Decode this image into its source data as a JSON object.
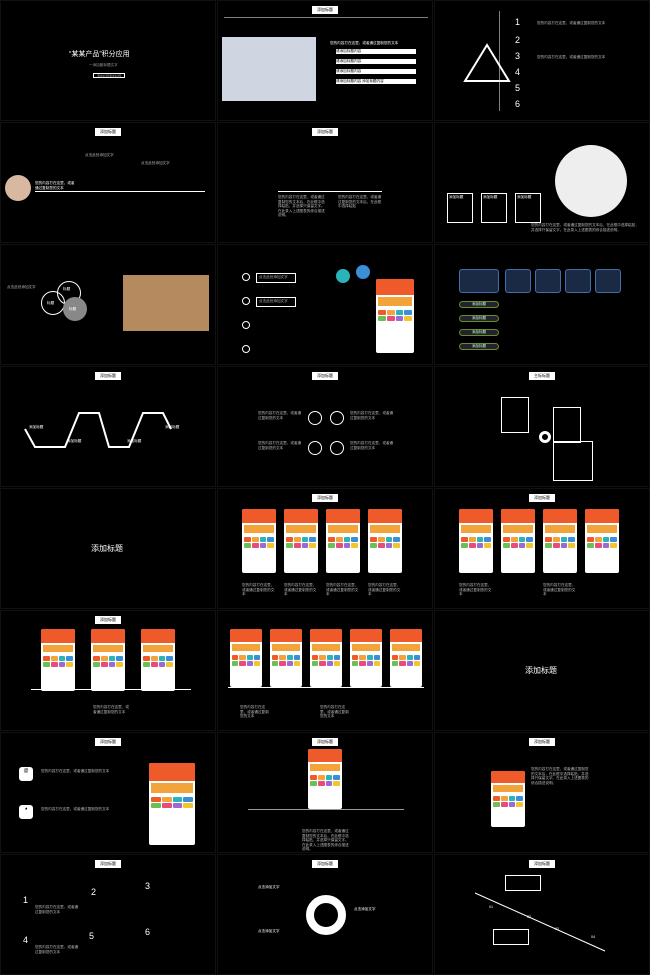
{
  "cover": {
    "title": "“某某产品”积分应用",
    "subtitle": "一添加副标题文字",
    "button_label": "添加标题添加标题"
  },
  "slide_labels": {
    "add_title": "添加标题",
    "add_title_big": "添加标题",
    "main_title": "主标标题"
  },
  "texts": {
    "sample_short": "您的内容打在这里，或者通过复制您的文本",
    "sample_medium": "您的内容打在这里，或者通过复制您的文本后，在此框中选择粘贴",
    "sample_long": "您的内容打在这里，或者通过复制您的文本后，在此框中选择粘贴，并选择只保留文字。在此录入上述图表的综合描述说明。",
    "add_text": "点击添加文字",
    "click_add": "点击此处添加文字",
    "title_word": "标题"
  },
  "map_list": [
    "请添加标题内容",
    "请添加标题内容",
    "请添加标题内容",
    "请添加标题内容 添加标题内容"
  ],
  "numbered": [
    "1",
    "2",
    "3",
    "4",
    "5",
    "6"
  ],
  "timeline_nums": [
    "01",
    "02",
    "03",
    "04"
  ],
  "colors": {
    "background": "#000000",
    "accent_orange": "#ef5a2a",
    "banner_yellow": "#f2a33a",
    "teal": "#2ab3b8",
    "blue": "#3a8fd6",
    "green": "#6b8e23"
  }
}
